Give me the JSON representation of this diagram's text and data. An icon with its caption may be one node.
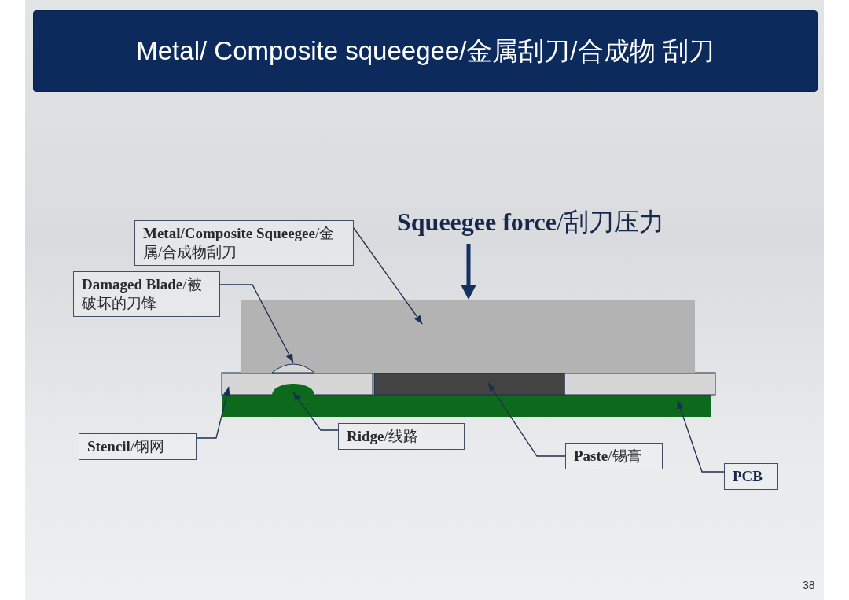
{
  "diagram": {
    "title": "Metal/ Composite squeegee/金属刮刀/合成物 刮刀",
    "nodes": [
      {
        "text": [
          "**Metal/Composite Squeegee**/金属/合成物刮刀"
        ]
      },
      {
        "text": [
          "**Damaged Blade**/被破坏的刀锋"
        ]
      },
      {
        "text": [
          "**Stencil**/钢网"
        ]
      },
      {
        "text": [
          "**Ridge**/线路"
        ]
      },
      {
        "text": [
          "**Paste**/锡膏"
        ]
      },
      {
        "text": [
          "PCB"
        ]
      },
      {
        "text": [],
        "shape": "box"
      },
      {
        "text": [],
        "shape": "arc",
        "in": 6
      },
      {
        "text": [],
        "shape": "bar"
      },
      {
        "text": [],
        "shape": "dome"
      },
      {
        "text": [],
        "shape": "bar"
      },
      {
        "text": [],
        "shape": "bar"
      },
      {
        "text": [],
        "shape": "bar"
      }
    ],
    "edges": [
      {
        "from": 0,
        "to": 6,
        "arrow": "to"
      },
      {
        "from": 1,
        "to": 7,
        "arrow": "to"
      },
      {
        "from": 2,
        "to": 8,
        "arrow": "to"
      },
      {
        "from": 3,
        "to": 9,
        "arrow": "to"
      },
      {
        "from": 4,
        "to": 10,
        "arrow": "to"
      },
      {
        "from": 5,
        "to": 11,
        "arrow": "to"
      }
    ],
    "labels": [
      "**Squeegee force**/刮刀压力",
      "38"
    ]
  }
}
